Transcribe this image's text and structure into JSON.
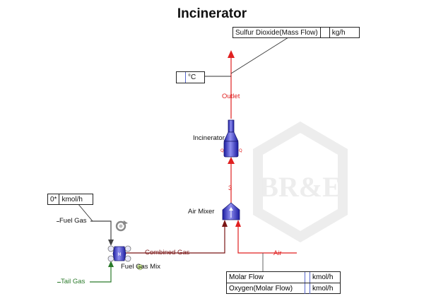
{
  "title": "Incinerator",
  "sulfur_box": {
    "label": "Sulfur Dioxide(Mass Flow)",
    "value": "",
    "unit": "kg/h"
  },
  "temp_box": {
    "value": "",
    "unit": "°C"
  },
  "fuel_box": {
    "value": "0*",
    "unit": "kmol/h"
  },
  "air_box": {
    "rows": [
      {
        "label": "Molar Flow",
        "value": "",
        "unit": "kmol/h"
      },
      {
        "label": "Oxygen(Molar Flow)",
        "value": "",
        "unit": "kmol/h"
      }
    ]
  },
  "streams": {
    "outlet": "Outlet",
    "s3": "3",
    "air": "Air",
    "fuel_gas": "Fuel Gas",
    "tail_gas": "Tail Gas",
    "combined_gas": "Combined Gas"
  },
  "units": {
    "incinerator": "Incinerator",
    "air_mixer": "Air Mixer",
    "fuel_gas_mix": "Fuel Gas Mix"
  },
  "watermark": "BR&E",
  "colors": {
    "material_stream": "#e02020",
    "combined_stream": "#7a1515",
    "tail_stream": "#2a7a2a",
    "fuel_stream": "#444444",
    "equipment": "#3a3ad0"
  }
}
